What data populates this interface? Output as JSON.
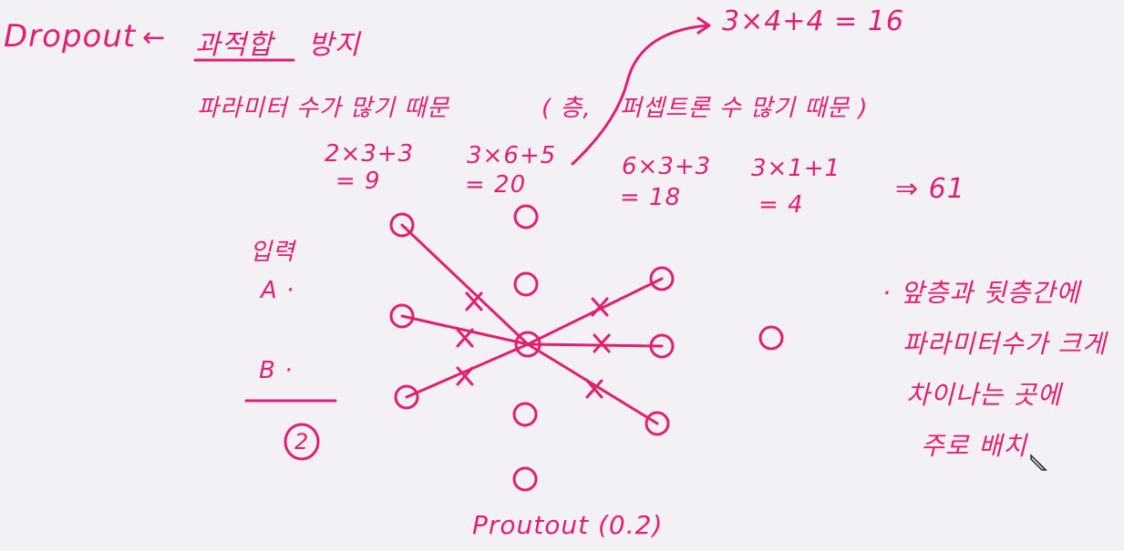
{
  "title": {
    "word": "Dropout",
    "arrow": "←",
    "topic": "과적합",
    "suffix": "방지"
  },
  "top_formula": "3×4+4 = 16",
  "reason": {
    "text1": "파라미터 수가 많기 때문",
    "text2": "( 층,",
    "text3": "퍼셉트론 수 많기 때문 )"
  },
  "layer_params": [
    {
      "expr": "2×3+3",
      "result": "= 9"
    },
    {
      "expr": "3×6+5",
      "result": "= 20"
    },
    {
      "expr": "6×3+3",
      "result": "= 18"
    },
    {
      "expr": "3×1+1",
      "result": "= 4"
    }
  ],
  "total": "⇒ 61",
  "input": {
    "label": "입력",
    "a": "A ·",
    "b": "B ·",
    "count": "2"
  },
  "note": [
    "· 앞층과 뒷층간에",
    "파라미터수가 크게",
    "차이나는 곳에",
    "주로 배치"
  ],
  "caption": "Proutout (0.2)",
  "ink_color": "#e0206e",
  "background_color": "#f3f0f6"
}
